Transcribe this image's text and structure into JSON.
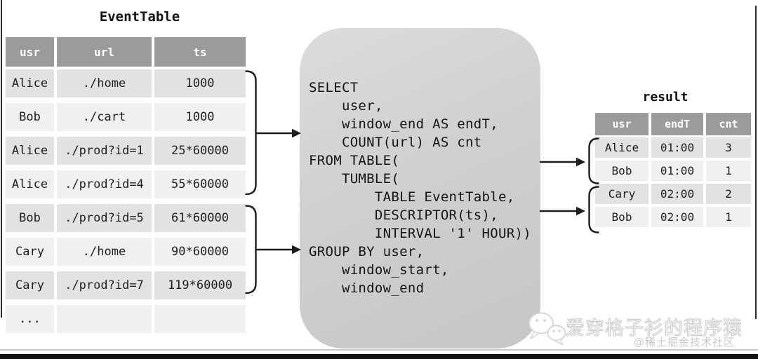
{
  "event_table": {
    "title": "EventTable",
    "columns": [
      "usr",
      "url",
      "ts"
    ],
    "rows": [
      [
        "Alice",
        "./home",
        "1000"
      ],
      [
        "Bob",
        "./cart",
        "1000"
      ],
      [
        "Alice",
        "./prod?id=1",
        "25*60000"
      ],
      [
        "Alice",
        "./prod?id=4",
        "55*60000"
      ],
      [
        "Bob",
        "./prod?id=5",
        "61*60000"
      ],
      [
        "Cary",
        "./home",
        "90*60000"
      ],
      [
        "Cary",
        "./prod?id=7",
        "119*60000"
      ],
      [
        "...",
        "",
        ""
      ]
    ]
  },
  "sql_box": {
    "code": "SELECT\n    user,\n    window_end AS endT,\n    COUNT(url) AS cnt\nFROM TABLE(\n    TUMBLE(\n        TABLE EventTable,\n        DESCRIPTOR(ts),\n        INTERVAL '1' HOUR))\nGROUP BY user,\n    window_start,\n    window_end"
  },
  "result_table": {
    "title": "result",
    "columns": [
      "usr",
      "endT",
      "cnt"
    ],
    "rows": [
      [
        "Alice",
        "01:00",
        "3"
      ],
      [
        "Bob",
        "01:00",
        "1"
      ],
      [
        "Cary",
        "02:00",
        "2"
      ],
      [
        "Bob",
        "02:00",
        "1"
      ]
    ]
  },
  "connectors": {
    "left_group_1_rows": "Alice,Bob,Alice,Alice (hour 1 events)",
    "left_group_2_rows": "Bob,Cary,Cary (hour 2 events)",
    "right_group_1_rows": "Alice 01:00, Bob 01:00",
    "right_group_2_rows": "Cary 02:00, Bob 02:00"
  },
  "watermark": {
    "icon": "wechat-bubbles-icon",
    "main": "爱穿格子衫的程序猿",
    "sub": "@稀土掘金技术社区"
  },
  "colors": {
    "table_header_bg": "#9b9b9b",
    "row_dark": "#e2e2e2",
    "row_light": "#f0f0f0",
    "sql_box_gray": "#cfcfcf",
    "connector": "#1c1c1c",
    "frame_bar": "#121212"
  }
}
